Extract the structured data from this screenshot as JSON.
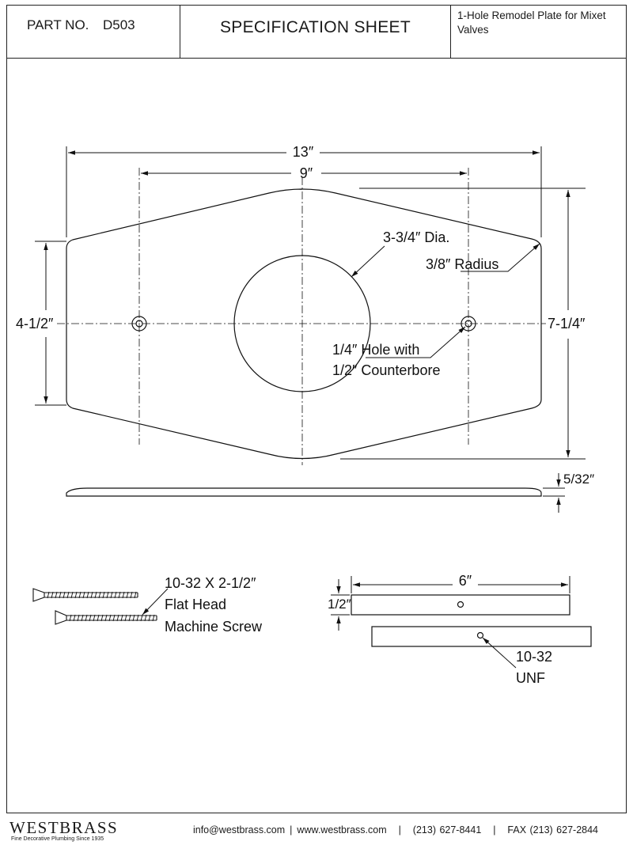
{
  "header": {
    "part_label": "PART NO.",
    "part_number": "D503",
    "title": "SPECIFICATION SHEET",
    "description": "1-Hole Remodel Plate for Mixet Valves"
  },
  "dimensions": {
    "width_overall": "13″",
    "hole_spacing": "9″",
    "end_height": "4-1/2″",
    "overall_height": "7-1/4″",
    "thickness": "5/32″",
    "center_hole": "3-3/4″ Dia.",
    "corner_radius": "3/8″ Radius",
    "mount_hole_line1": "1/4″ Hole with",
    "mount_hole_line2": "1/2″ Counterbore"
  },
  "screw": {
    "line1": "10-32 X 2-1/2″",
    "line2": "Flat Head",
    "line3": "Machine Screw"
  },
  "strap": {
    "length": "6″",
    "width": "1/2″",
    "thread_line1": "10-32",
    "thread_line2": "UNF"
  },
  "footer": {
    "brand": "WESTBRASS",
    "tagline": "Fine Decorative Plumbing Since 1935",
    "email": "info@westbrass.com",
    "website": "www.westbrass.com",
    "phone": "(213) 627-8441",
    "fax": "FAX (213) 627-2844"
  }
}
